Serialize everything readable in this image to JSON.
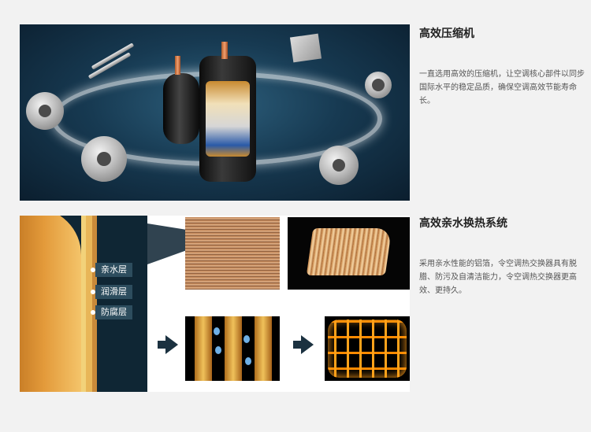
{
  "section1": {
    "title": "高效压缩机",
    "description": "一直选用高效的压缩机，让空调核心部件以同步国际水平的稳定品质，确保空调高效节能寿命长。"
  },
  "section2": {
    "title": "高效亲水换热系统",
    "description": "采用亲水性能的铝箔，令空调热交换器具有脱腊、防污及自清洁能力，令空调热交换器更高效、更持久。",
    "layers": [
      "亲水层",
      "润滑层",
      "防腐层"
    ]
  },
  "colors": {
    "background": "#f2f2f2",
    "tag": "#2d4d5e",
    "arrow": "#1b3140"
  }
}
